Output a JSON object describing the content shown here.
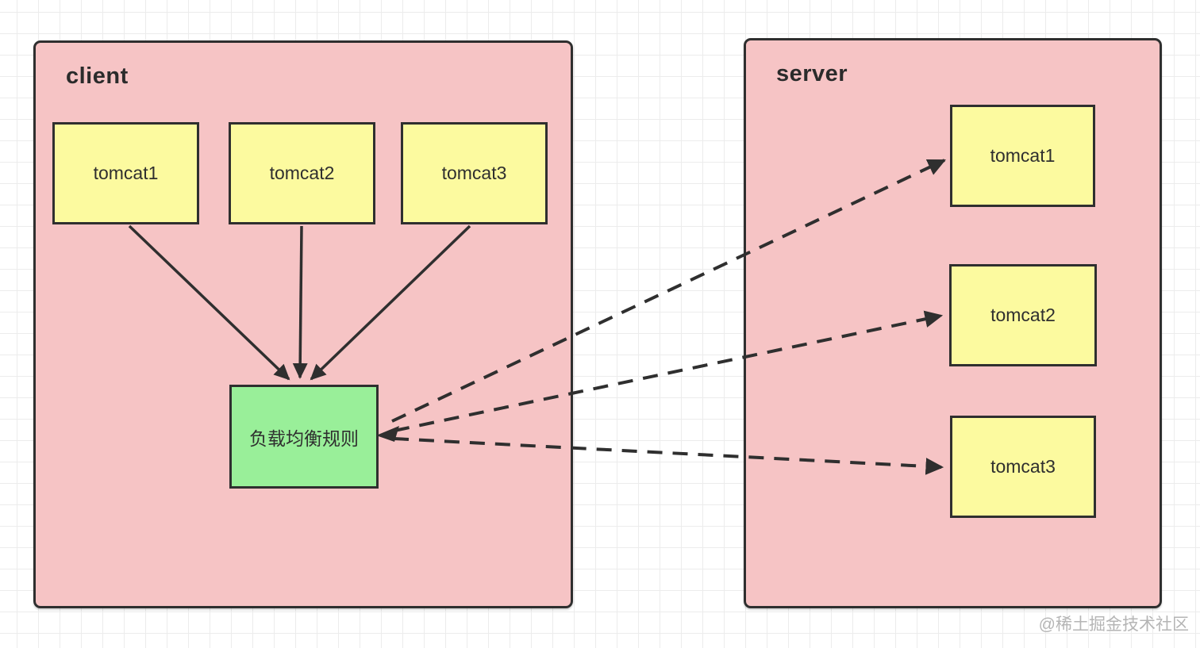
{
  "diagram": {
    "client": {
      "title": "client",
      "nodes": [
        {
          "label": "tomcat1"
        },
        {
          "label": "tomcat2"
        },
        {
          "label": "tomcat3"
        }
      ],
      "load_balancer": {
        "label": "负载均衡规则"
      }
    },
    "server": {
      "title": "server",
      "nodes": [
        {
          "label": "tomcat1"
        },
        {
          "label": "tomcat2"
        },
        {
          "label": "tomcat3"
        }
      ]
    },
    "edges": {
      "solid": [
        {
          "from": "client-tomcat1",
          "to": "load-balancer"
        },
        {
          "from": "client-tomcat2",
          "to": "load-balancer"
        },
        {
          "from": "client-tomcat3",
          "to": "load-balancer"
        }
      ],
      "dashed": [
        {
          "from": "load-balancer",
          "to": "server-tomcat1"
        },
        {
          "from": "load-balancer",
          "to": "server-tomcat2"
        },
        {
          "from": "load-balancer",
          "to": "server-tomcat3"
        }
      ]
    },
    "colors": {
      "container_fill": "#f6c4c5",
      "node_fill": "#fcfa9f",
      "load_balancer_fill": "#99ef99",
      "stroke": "#2f2f2f",
      "grid_line": "#ececec",
      "watermark_text_color": "#b5b5b5"
    }
  },
  "watermark": {
    "text": "@稀土掘金技术社区"
  }
}
